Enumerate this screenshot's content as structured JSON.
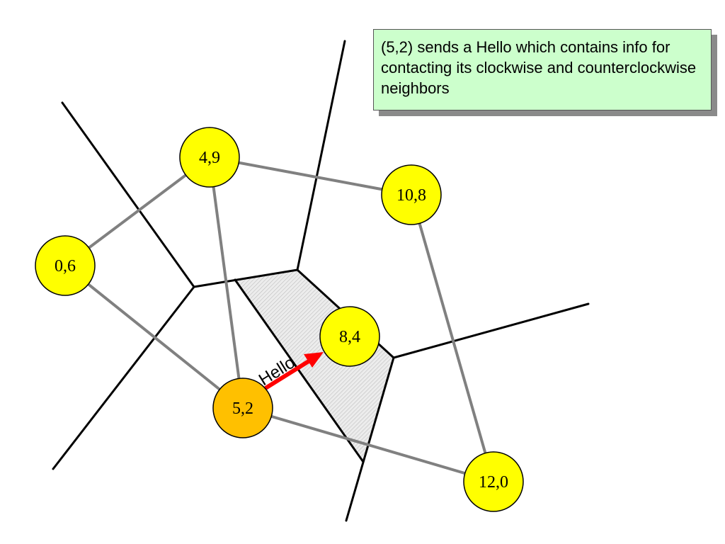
{
  "note": {
    "text": "(5,2) sends a Hello which contains info for contacting its clockwise and counterclockwise neighbors"
  },
  "message": {
    "label": "Hello",
    "from": "5,2",
    "to": "8,4"
  },
  "nodes": [
    {
      "id": "4,9",
      "label": "4,9",
      "role": "neighbor"
    },
    {
      "id": "10,8",
      "label": "10,8",
      "role": "neighbor"
    },
    {
      "id": "0,6",
      "label": "0,6",
      "role": "neighbor"
    },
    {
      "id": "8,4",
      "label": "8,4",
      "role": "receiver"
    },
    {
      "id": "5,2",
      "label": "5,2",
      "role": "sender"
    },
    {
      "id": "12,0",
      "label": "12,0",
      "role": "neighbor"
    }
  ],
  "neighbor_edges": [
    [
      "4,9",
      "10,8"
    ],
    [
      "4,9",
      "0,6"
    ],
    [
      "4,9",
      "5,2"
    ],
    [
      "0,6",
      "5,2"
    ],
    [
      "5,2",
      "12,0"
    ],
    [
      "10,8",
      "12,0"
    ]
  ],
  "colors": {
    "node_fill": "#ffff00",
    "sender_fill": "#ffc000",
    "node_stroke": "#000000",
    "neighbor_edge": "#808080",
    "zone_boundary": "#000000",
    "zone_fill": "#e4e4e4",
    "arrow": "#ff0000",
    "note_fill": "#ccffcc"
  }
}
